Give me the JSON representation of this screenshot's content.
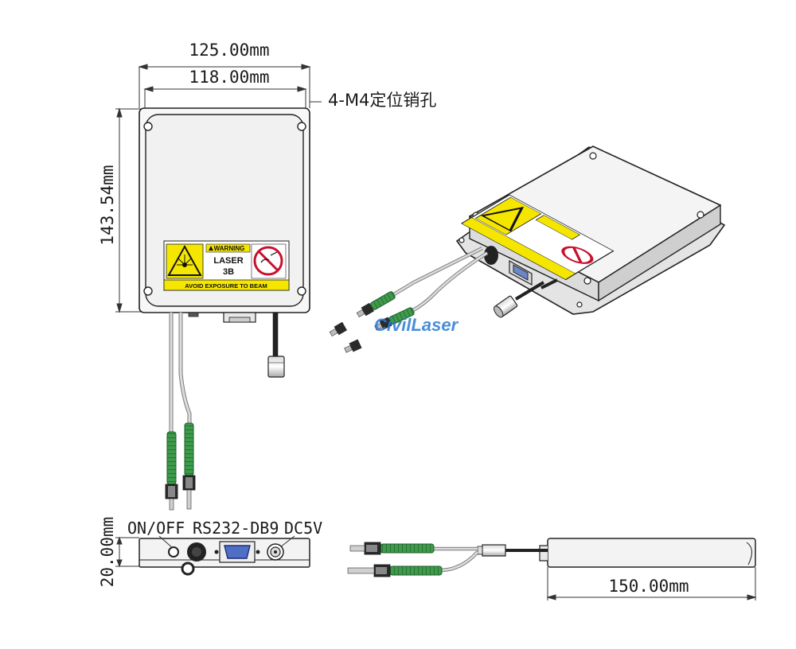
{
  "dimensions": {
    "outer_width": "125.00mm",
    "inner_width": "118.00mm",
    "height": "143.54mm",
    "thickness": "20.00mm",
    "fiber_length": "150.00mm"
  },
  "callouts": {
    "mounting_holes": "4-M4定位销孔"
  },
  "connectors": {
    "power_switch": "ON/OFF",
    "serial_port": "RS232-DB9",
    "power_input": "DC5V"
  },
  "warning_label": {
    "header": "WARNING",
    "class_line1": "LASER",
    "class_line2": "3B",
    "footer": "AVOID EXPOSURE TO BEAM"
  },
  "brand": {
    "watermark": "CivilLaser",
    "color": "#2a7bd4"
  },
  "colors": {
    "housing_fill": "#f2f2f2",
    "outline": "#222222",
    "label_yellow": "#f5e600",
    "no_symbol_red": "#c8102e",
    "fiber_boot_green": "#2e8b3d"
  }
}
